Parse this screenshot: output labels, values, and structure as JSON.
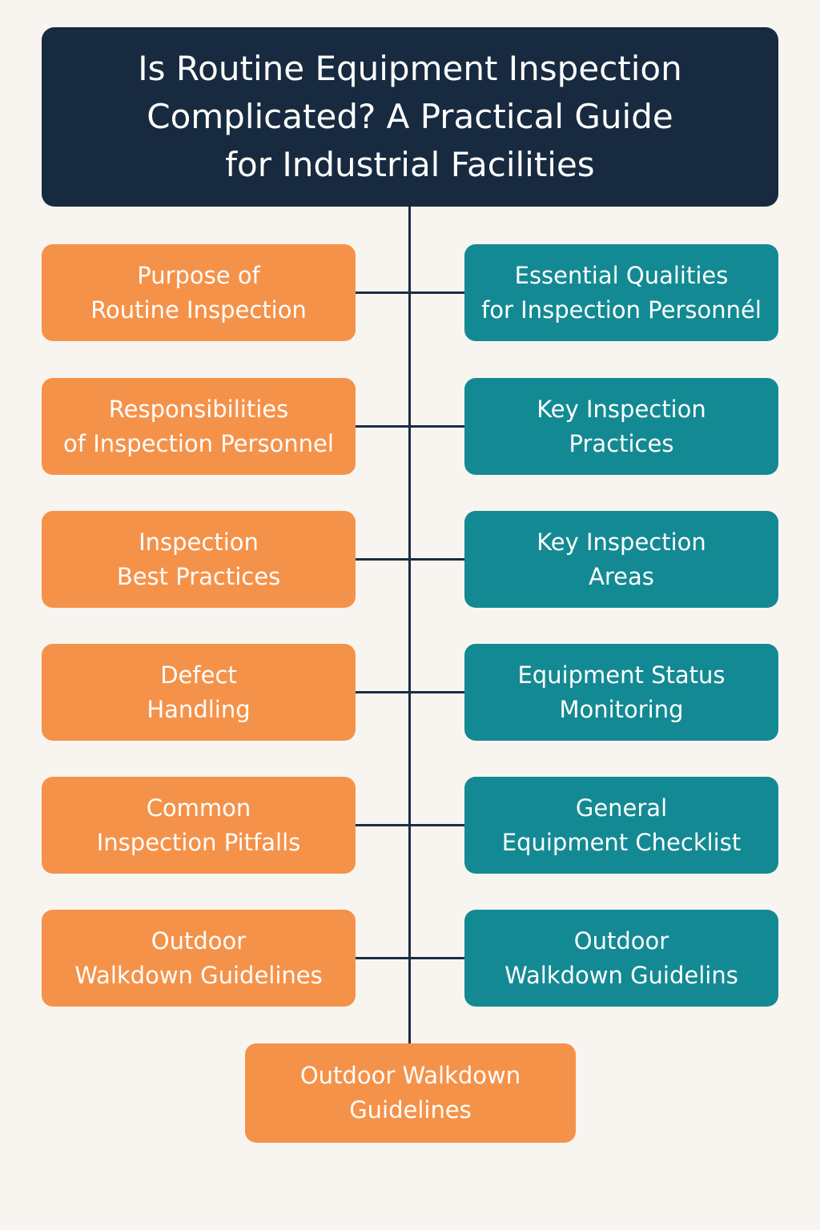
{
  "title": "Is Routine Equipment Inspection\nComplicated? A Practical Guide\nfor Industrial Facilities",
  "colors": {
    "background": "#f8f5f0",
    "title_box": "#172a40",
    "connector": "#1c2d44",
    "orange": "#f5924a",
    "teal": "#138a93",
    "text": "#ffffff"
  },
  "left_nodes": [
    {
      "label": "Purpose of\nRoutine Inspection"
    },
    {
      "label": "Responsibilities\nof Inspection Personnel"
    },
    {
      "label": "Inspection\nBest Practices"
    },
    {
      "label": "Defect\nHandling"
    },
    {
      "label": "Common\nInspection Pitfalls"
    },
    {
      "label": "Outdoor\nWalkdown Guidelines"
    }
  ],
  "right_nodes": [
    {
      "label": "Essential Qualities\nfor Inspection Personnél"
    },
    {
      "label": "Key Inspection\nPractices"
    },
    {
      "label": "Key Inspection\nAreas"
    },
    {
      "label": "Equipment Status\nMonitoring"
    },
    {
      "label": "General\nEquipment Checklist"
    },
    {
      "label": "Outdoor\nWalkdown Guidelins"
    }
  ],
  "bottom_node": {
    "label": "Outdoor Walkdown\nGuidelines"
  }
}
